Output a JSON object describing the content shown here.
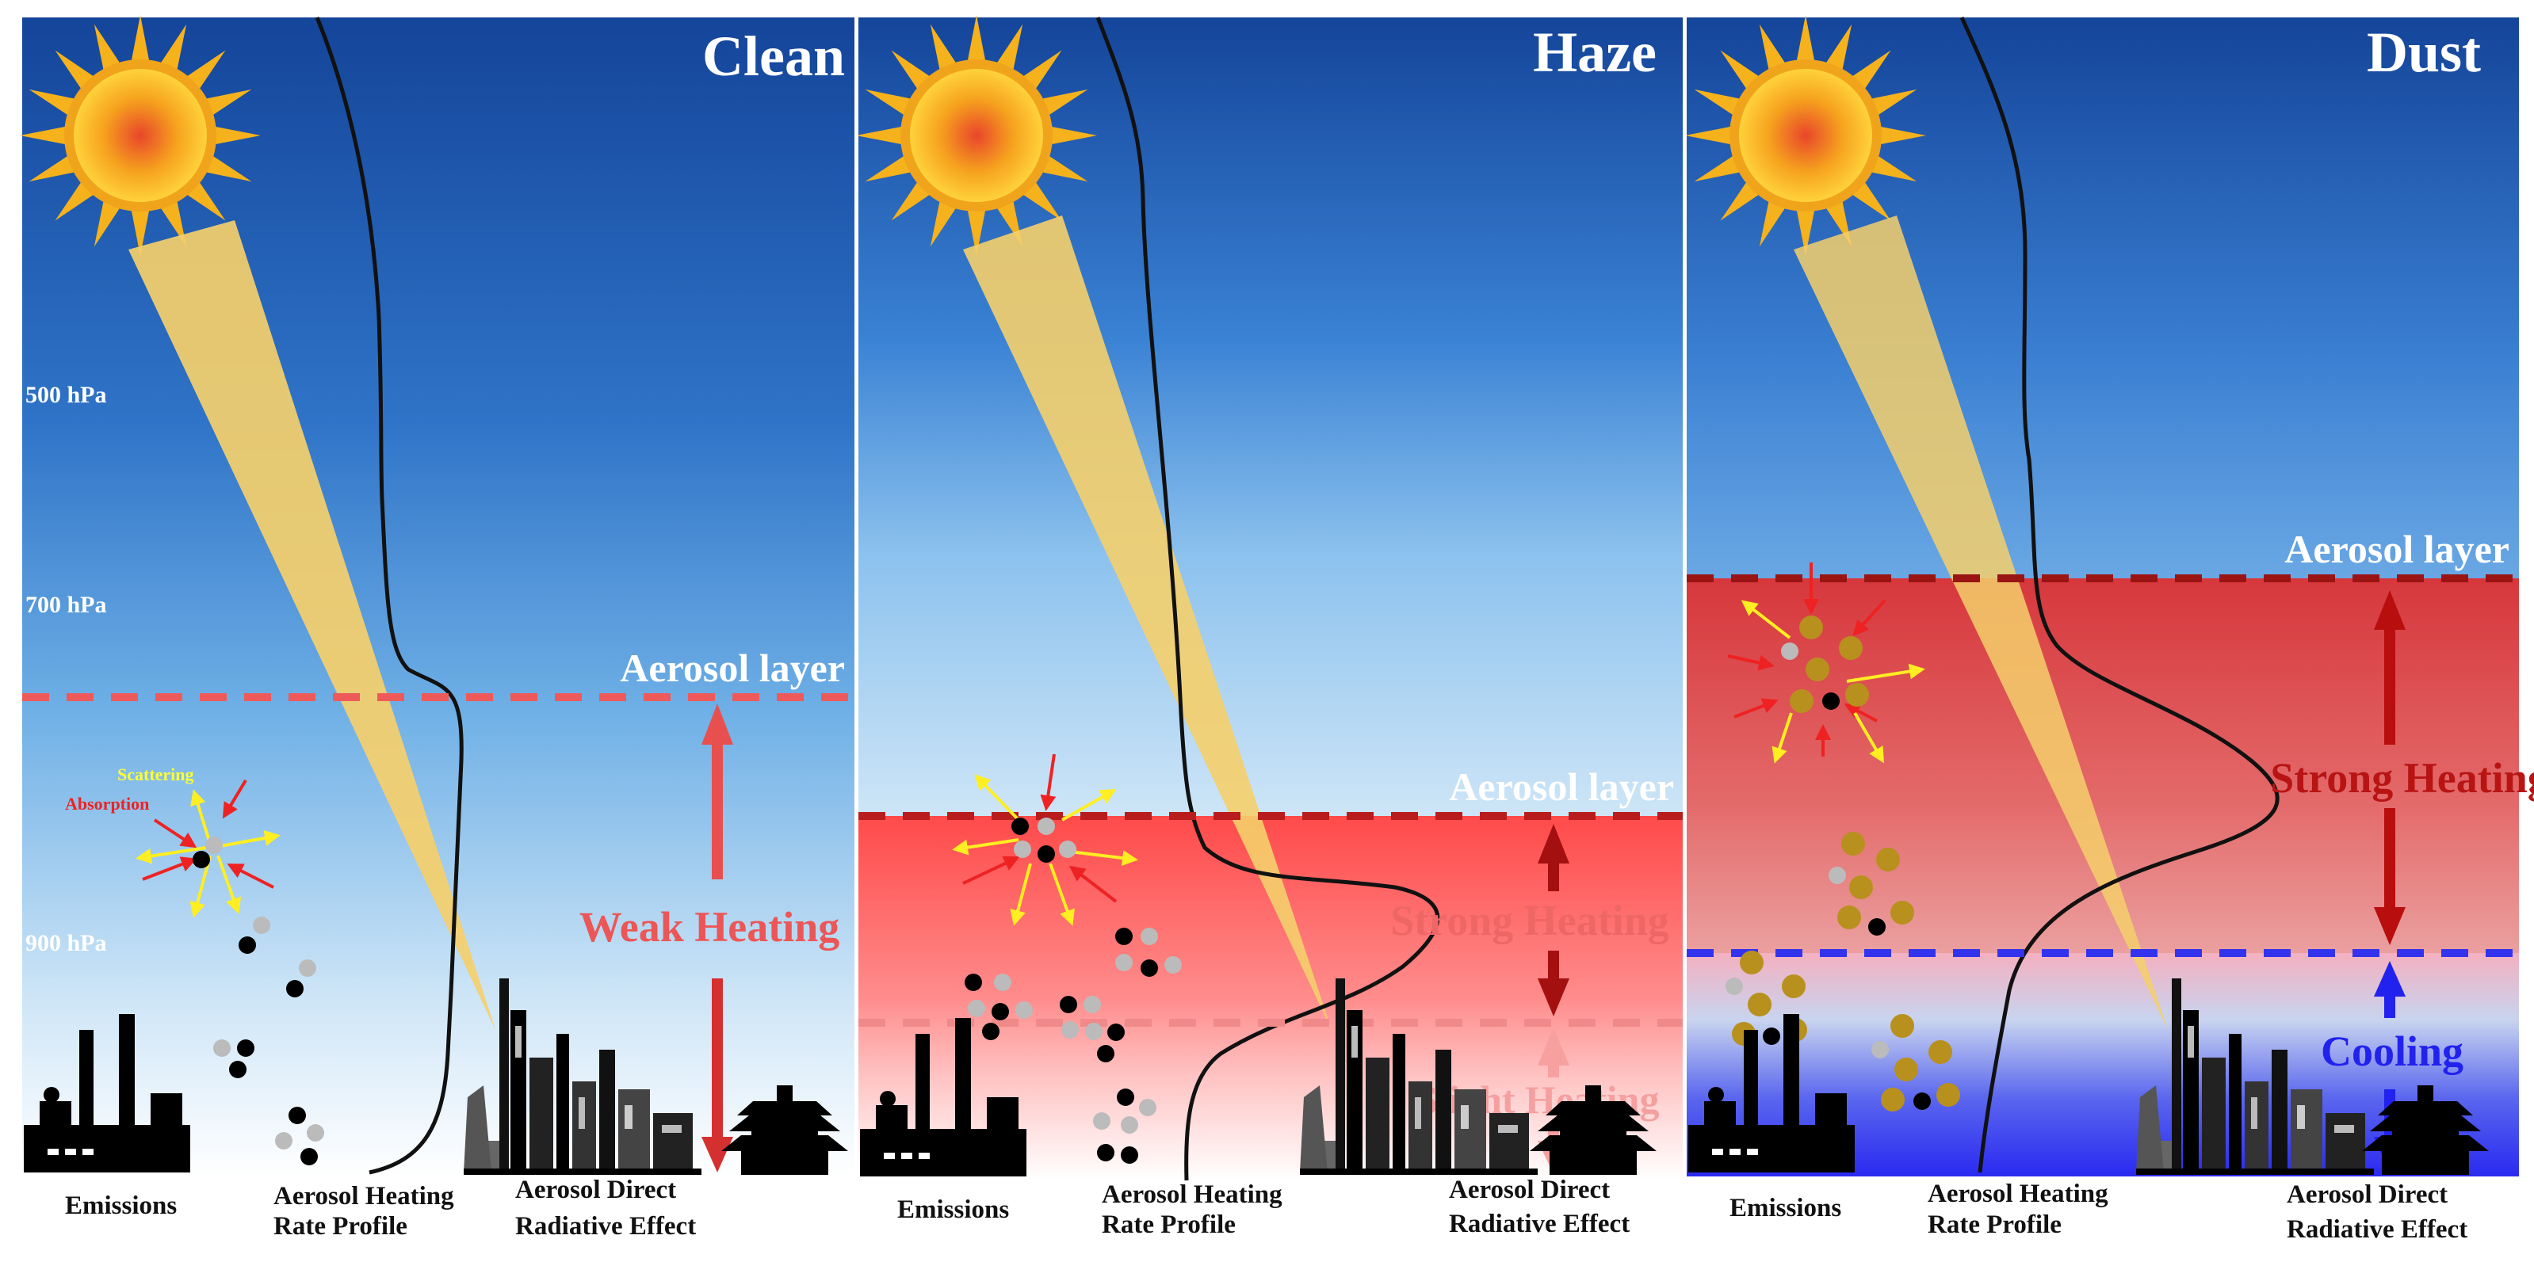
{
  "panels": [
    {
      "title": "Clean",
      "layer_label": "Aerosol layer",
      "heating_label": "Weak Heating",
      "absorption_label": "Absorption",
      "scattering_label": "Scattering",
      "pressure_levels": [
        "500 hPa",
        "700 hPa",
        "900 hPa"
      ],
      "bottom_labels": {
        "emissions": "Emissions",
        "profile_line1": "Aerosol Heating",
        "profile_line2": "Rate Profile",
        "effect_line1": "Aerosol Direct",
        "effect_line2": "Radiative Effect"
      }
    },
    {
      "title": "Haze",
      "layer_label": "Aerosol layer",
      "heating_label": "Strong Heating",
      "slight_label": "Slight Heating",
      "bottom_labels": {
        "emissions": "Emissions",
        "profile_line1": "Aerosol Heating",
        "profile_line2": "Rate Profile",
        "effect_line1": "Aerosol Direct",
        "effect_line2": "Radiative Effect"
      }
    },
    {
      "title": "Dust",
      "layer_label": "Aerosol layer",
      "heating_label": "Strong Heating",
      "cooling_label": "Cooling",
      "bottom_labels": {
        "emissions": "Emissions",
        "profile_line1": "Aerosol Heating",
        "profile_line2": "Rate Profile",
        "effect_line1": "Aerosol Direct",
        "effect_line2": "Radiative Effect"
      }
    }
  ],
  "colors": {
    "sky_top": "#1a4a9c",
    "sky_bottom": "#ffffff",
    "heating_red": "#e03a3a",
    "cooling_blue": "#2222ee",
    "sun_beam": "#f5cf6b",
    "black_carbon": "#000000",
    "sulfate_grey": "#bbbbbb",
    "dust_gold": "#b8901e"
  }
}
